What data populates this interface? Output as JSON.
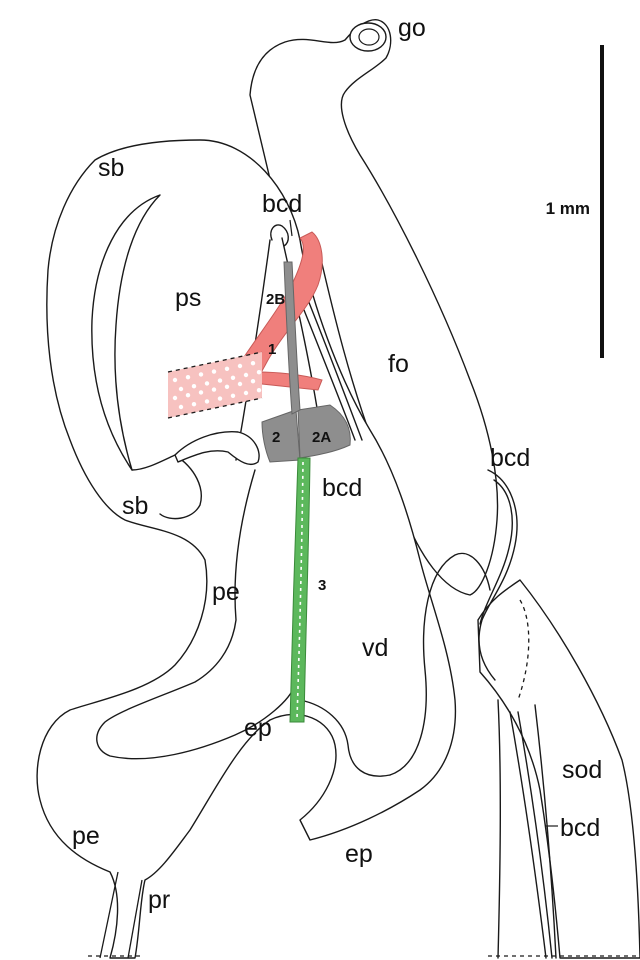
{
  "labels": {
    "go": "go",
    "sb_top": "sb",
    "sb_lower": "sb",
    "bcd_top": "bcd",
    "bcd_mid": "bcd",
    "bcd_right": "bcd",
    "bcd_sod": "bcd",
    "ps": "ps",
    "fo": "fo",
    "pe_mid": "pe",
    "pe_low": "pe",
    "vd": "vd",
    "ep_inner": "ep",
    "ep_low": "ep",
    "sod": "sod",
    "pr": "pr",
    "n1": "1",
    "n2": "2",
    "n2A": "2A",
    "n2B": "2B",
    "n3": "3"
  },
  "scale_bar": {
    "label": "1 mm"
  },
  "colors": {
    "muscle_red": "#f07f7c",
    "muscle_red_light": "#f7c2c0",
    "muscle_grey": "#8e8e8e",
    "muscle_green": "#5cb85c",
    "outline": "#1a1a1a"
  }
}
